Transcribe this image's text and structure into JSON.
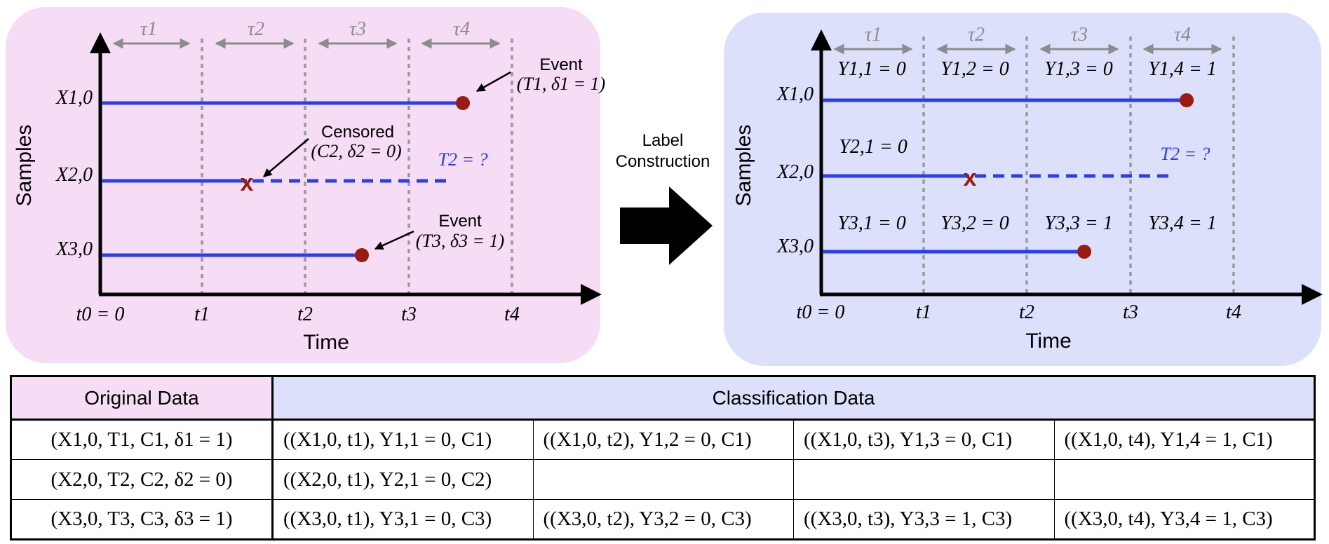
{
  "left_panel": {
    "y_axis_label": "Samples",
    "x_axis_label": "Time",
    "tau_labels": [
      "τ1",
      "τ2",
      "τ3",
      "τ4"
    ],
    "time_ticks": [
      "t0 = 0",
      "t1",
      "t2",
      "t3",
      "t4"
    ],
    "samples": [
      "X1,0",
      "X2,0",
      "X3,0"
    ],
    "annotations": {
      "event1_title": "Event",
      "event1_detail": "(T1, δ1 = 1)",
      "censored_title": "Censored",
      "censored_detail": "(C2, δ2 = 0)",
      "unknown_T2": "T2 = ?",
      "event3_title": "Event",
      "event3_detail": "(T3, δ3 = 1)"
    }
  },
  "transform": {
    "label_line1": "Label",
    "label_line2": "Construction"
  },
  "right_panel": {
    "y_axis_label": "Samples",
    "x_axis_label": "Time",
    "tau_labels": [
      "τ1",
      "τ2",
      "τ3",
      "τ4"
    ],
    "time_ticks": [
      "t0 = 0",
      "t1",
      "t2",
      "t3",
      "t4"
    ],
    "samples": [
      "X1,0",
      "X2,0",
      "X3,0"
    ],
    "row1_labels": [
      "Y1,1 = 0",
      "Y1,2 = 0",
      "Y1,3 = 0",
      "Y1,4 = 1"
    ],
    "row2_labels": [
      "Y2,1 = 0"
    ],
    "row3_labels": [
      "Y3,1 = 0",
      "Y3,2 = 0",
      "Y3,3 = 1",
      "Y3,4 = 1"
    ],
    "unknown_T2": "T2 = ?"
  },
  "table": {
    "header_original": "Original Data",
    "header_classification": "Classification Data",
    "rows": [
      {
        "original": "(X1,0, T1, C1, δ1 = 1)",
        "cells": [
          "((X1,0, t1), Y1,1 = 0, C1)",
          "((X1,0, t2), Y1,2 = 0, C1)",
          "((X1,0, t3), Y1,3 = 0, C1)",
          "((X1,0, t4), Y1,4 = 1, C1)"
        ]
      },
      {
        "original": "(X2,0, T2, C2, δ2 = 0)",
        "cells": [
          "((X2,0, t1), Y2,1 = 0, C2)",
          "",
          "",
          ""
        ]
      },
      {
        "original": "(X3,0, T3, C3, δ3 = 1)",
        "cells": [
          "((X3,0, t1), Y3,1 = 0, C3)",
          "((X3,0, t2), Y3,2 = 0, C3)",
          "((X3,0, t3), Y3,3 = 1, C3)",
          "((X3,0, t4), Y3,4 = 1, C3)"
        ]
      }
    ]
  },
  "colors": {
    "left_bg": "#f6dcf4",
    "right_bg": "#dde0fb",
    "timeline": "#2a3df0",
    "event_dot": "#9a1c10",
    "censor_mark": "#9a1c10",
    "unknown_text": "#2a3df0",
    "divider": "#9a9a9a",
    "tau_arrow": "#8c8c8c"
  }
}
